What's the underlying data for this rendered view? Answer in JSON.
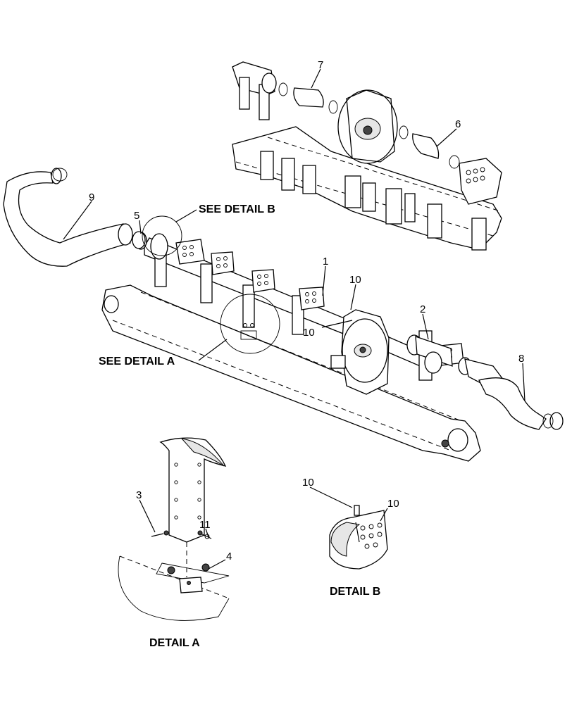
{
  "callouts": {
    "c1": "1",
    "c2": "2",
    "c3": "3",
    "c4": "4",
    "c5": "5",
    "c6": "6",
    "c7": "7",
    "c8": "8",
    "c9": "9",
    "c10a": "10",
    "c10b": "10",
    "c10c": "10",
    "c10d": "10",
    "c11": "11"
  },
  "references": {
    "see_detail_b": "SEE DETAIL  B",
    "see_detail_a": "SEE DETAIL  A"
  },
  "captions": {
    "detail_a": "DETAIL  A",
    "detail_b": "DETAIL  B"
  }
}
